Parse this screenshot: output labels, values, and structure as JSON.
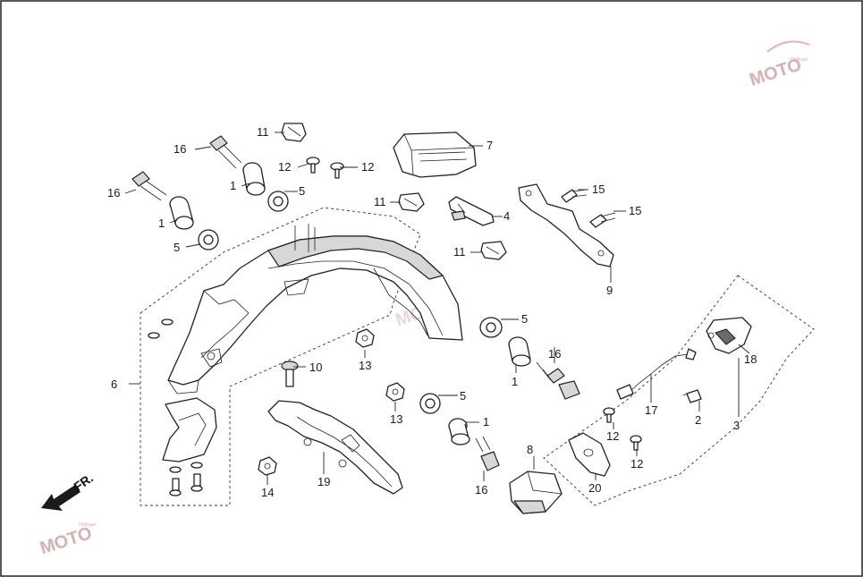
{
  "front_indicator": {
    "label": "FR."
  },
  "watermark": {
    "text": "MOTO",
    "subtext": "OnRoad"
  },
  "callouts": [
    {
      "id": "c1a",
      "label": "1"
    },
    {
      "id": "c1b",
      "label": "1"
    },
    {
      "id": "c1c",
      "label": "1"
    },
    {
      "id": "c1d",
      "label": "1"
    },
    {
      "id": "c2",
      "label": "2"
    },
    {
      "id": "c3",
      "label": "3"
    },
    {
      "id": "c4",
      "label": "4"
    },
    {
      "id": "c5a",
      "label": "5"
    },
    {
      "id": "c5b",
      "label": "5"
    },
    {
      "id": "c5c",
      "label": "5"
    },
    {
      "id": "c5d",
      "label": "5"
    },
    {
      "id": "c6",
      "label": "6"
    },
    {
      "id": "c7",
      "label": "7"
    },
    {
      "id": "c8",
      "label": "8"
    },
    {
      "id": "c9",
      "label": "9"
    },
    {
      "id": "c10",
      "label": "10"
    },
    {
      "id": "c11a",
      "label": "11"
    },
    {
      "id": "c11b",
      "label": "11"
    },
    {
      "id": "c11c",
      "label": "11"
    },
    {
      "id": "c12a",
      "label": "12"
    },
    {
      "id": "c12b",
      "label": "12"
    },
    {
      "id": "c12c",
      "label": "12"
    },
    {
      "id": "c12d",
      "label": "12"
    },
    {
      "id": "c13a",
      "label": "13"
    },
    {
      "id": "c13b",
      "label": "13"
    },
    {
      "id": "c14",
      "label": "14"
    },
    {
      "id": "c15a",
      "label": "15"
    },
    {
      "id": "c15b",
      "label": "15"
    },
    {
      "id": "c16a",
      "label": "16"
    },
    {
      "id": "c16b",
      "label": "16"
    },
    {
      "id": "c16c",
      "label": "16"
    },
    {
      "id": "c16d",
      "label": "16"
    },
    {
      "id": "c17",
      "label": "17"
    },
    {
      "id": "c18",
      "label": "18"
    },
    {
      "id": "c19",
      "label": "19"
    },
    {
      "id": "c20",
      "label": "20"
    }
  ]
}
